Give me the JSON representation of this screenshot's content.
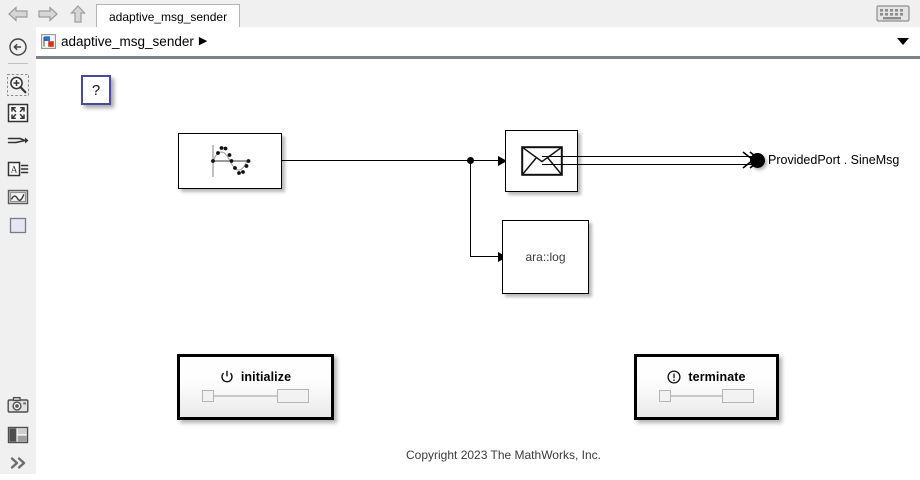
{
  "window": {
    "tab_label": "adaptive_msg_sender",
    "nav": {
      "back_icon": "back-arrow-icon",
      "forward_icon": "forward-arrow-icon",
      "up_icon": "up-arrow-icon"
    },
    "keyboard_icon": "keyboard-icon"
  },
  "breadcrumb": {
    "back_icon": "navigate-back-icon",
    "model_icon": "simulink-model-icon",
    "path": "adaptive_msg_sender",
    "separator": "▶",
    "caret_icon": "chevron-down-icon"
  },
  "toolrail": {
    "items": [
      {
        "name": "explore-icon",
        "tip": "Explore"
      },
      {
        "name": "zoom-in-icon",
        "tip": "Zoom In"
      },
      {
        "name": "fit-to-view-icon",
        "tip": "Fit To View"
      },
      {
        "name": "port-signal-icon",
        "tip": "Signal Ports"
      },
      {
        "name": "annotation-icon",
        "tip": "Annotation"
      },
      {
        "name": "scope-viewer-icon",
        "tip": "Scope Viewer"
      },
      {
        "name": "blank-area-icon",
        "tip": "Blank Area"
      },
      {
        "name": "camera-icon",
        "tip": "Screenshot"
      },
      {
        "name": "layout-panel-icon",
        "tip": "Panel Layout"
      },
      {
        "name": "expand-more-icon",
        "tip": "More"
      }
    ]
  },
  "canvas": {
    "help_block": {
      "label": "?",
      "icon": "help-block"
    },
    "sine_block": {
      "icon": "sine-wave-icon",
      "label": ""
    },
    "send_block": {
      "icon": "envelope-icon",
      "label": ""
    },
    "log_block": {
      "label": "ara::log"
    },
    "output_port": {
      "label": "ProvidedPort . SineMsg",
      "dot_icon": "port-terminator-dot"
    },
    "initialize_block": {
      "label": "initialize",
      "icon": "power-icon",
      "slider_icon": "progress-slider"
    },
    "terminate_block": {
      "label": "terminate",
      "icon": "exclamation-circle-icon",
      "slider_icon": "progress-slider"
    },
    "copyright": "Copyright 2023 The MathWorks, Inc."
  },
  "colors": {
    "chrome": "#f0f0f0",
    "canvas": "#ffffff",
    "block_border": "#000000",
    "help_border": "#4a4a9c",
    "canvas_top_border": "#7a828c"
  }
}
